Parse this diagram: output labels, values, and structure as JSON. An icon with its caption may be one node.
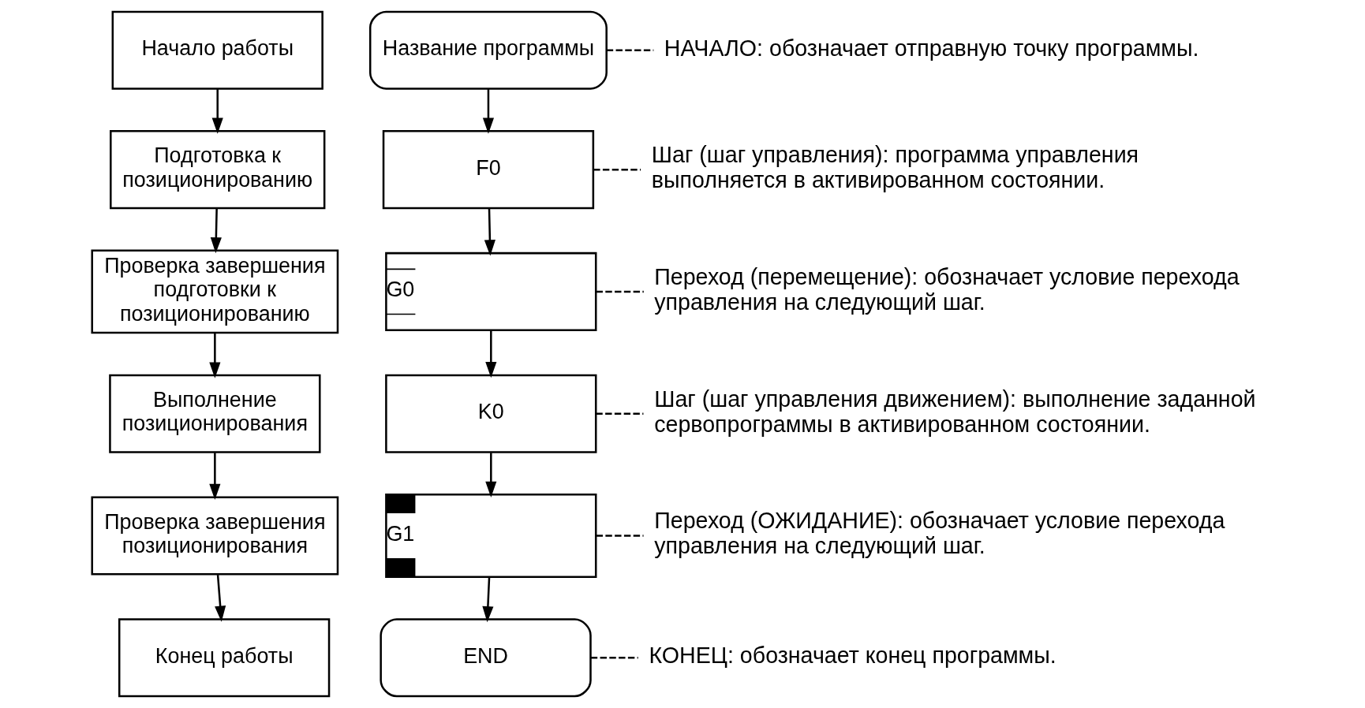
{
  "diagram": {
    "nodes": [
      {
        "text": [
          "Начало работы"
        ]
      },
      {
        "text": [
          "Подготовка к позиционированию"
        ]
      },
      {
        "text": [
          "Проверка завершения подготовки к позиционированию"
        ]
      },
      {
        "text": [
          "Выполнение позиционирования"
        ]
      },
      {
        "text": [
          "Проверка завершения позиционирования"
        ]
      },
      {
        "text": [
          "Конец работы"
        ]
      },
      {
        "text": [
          "Название программы"
        ]
      },
      {
        "text": [
          "F0"
        ]
      },
      {
        "text": [
          "G0"
        ]
      },
      {
        "text": [
          "K0"
        ]
      },
      {
        "text": [
          "G1"
        ]
      },
      {
        "text": [
          "END"
        ]
      },
      {
        "text": [
          "НАЧАЛО: обозначает отправную точку программы."
        ]
      },
      {
        "text": [
          "Шаг (шаг управления): программа управления выполняется в активированном состоянии."
        ]
      },
      {
        "text": [
          "Переход (перемещение): обозначает условие перехода управления на следующий шаг."
        ]
      },
      {
        "text": [
          "Шаг (шаг управления движением): выполнение заданной сервопрограммы в активированном состоянии."
        ]
      },
      {
        "text": [
          "Переход (ОЖИДАНИЕ): обозначает условие перехода управления на следующий шаг."
        ]
      },
      {
        "text": [
          "КОНЕЦ: обозначает конец программы."
        ]
      }
    ],
    "edges": [
      {
        "from": 0,
        "to": 1,
        "arrow": "to"
      },
      {
        "from": 1,
        "to": 2,
        "arrow": "to"
      },
      {
        "from": 2,
        "to": 3,
        "arrow": "to"
      },
      {
        "from": 3,
        "to": 4,
        "arrow": "to"
      },
      {
        "from": 4,
        "to": 5,
        "arrow": "to"
      },
      {
        "from": 6,
        "to": 7,
        "arrow": "to"
      },
      {
        "from": 7,
        "to": 8,
        "arrow": "to"
      },
      {
        "from": 8,
        "to": 9,
        "arrow": "to"
      },
      {
        "from": 9,
        "to": 10,
        "arrow": "to"
      },
      {
        "from": 10,
        "to": 11,
        "arrow": "to"
      },
      {
        "from": 6,
        "to": 12,
        "arrow": "none",
        "style": "dashed"
      },
      {
        "from": 7,
        "to": 13,
        "arrow": "none",
        "style": "dashed"
      },
      {
        "from": 8,
        "to": 14,
        "arrow": "none",
        "style": "dashed"
      },
      {
        "from": 9,
        "to": 15,
        "arrow": "none",
        "style": "dashed"
      },
      {
        "from": 10,
        "to": 16,
        "arrow": "none",
        "style": "dashed"
      },
      {
        "from": 11,
        "to": 17,
        "arrow": "none",
        "style": "dashed"
      }
    ]
  }
}
